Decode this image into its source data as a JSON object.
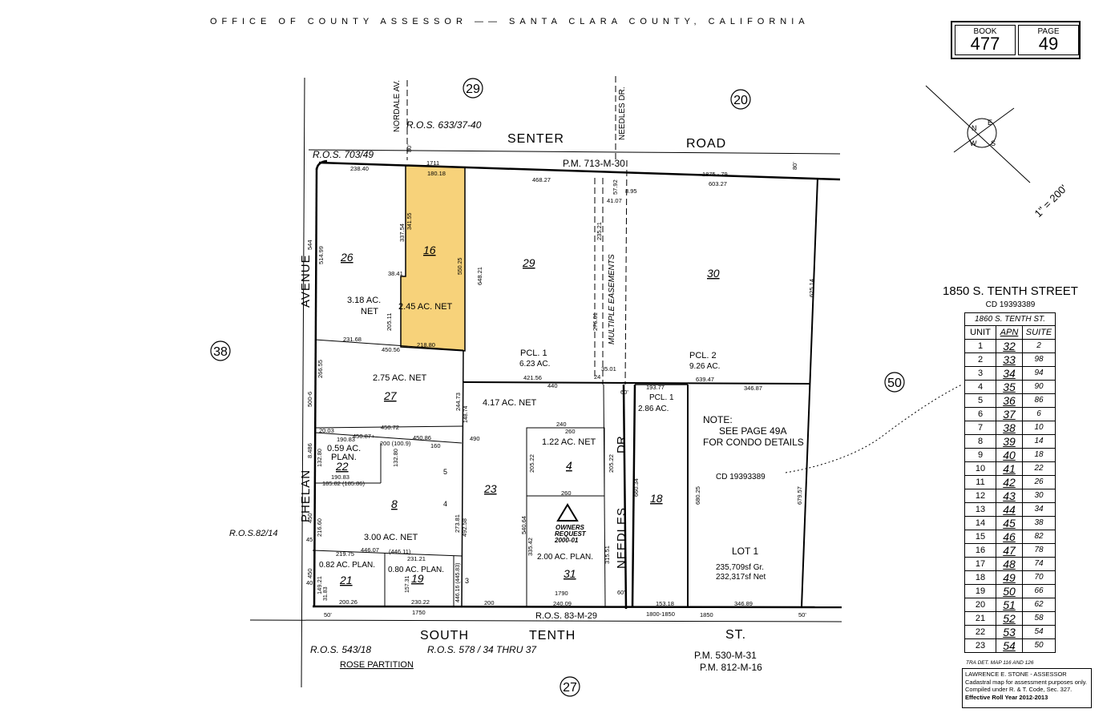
{
  "header": {
    "title": "OFFICE OF COUNTY ASSESSOR —— SANTA CLARA COUNTY, CALIFORNIA"
  },
  "book_page": {
    "book_label": "BOOK",
    "book": "477",
    "page_label": "PAGE",
    "page": "49"
  },
  "scale": "1\" = 200'",
  "compass": {
    "n": "N",
    "e": "E",
    "s": "S",
    "w": "W"
  },
  "streets": {
    "senter": "SENTER",
    "road": "ROAD",
    "phelan": "PHELAN",
    "avenue": "AVENUE",
    "needles": "NEEDLES",
    "needles_dr": "DR.",
    "south": "SOUTH",
    "tenth": "TENTH",
    "st": "ST.",
    "nordale": "NORDALE AV.",
    "needles_top": "NEEDLES DR."
  },
  "references": {
    "ros_633": "R.O.S. 633/37-40",
    "ros_703": "R.O.S. 703/49",
    "pm_713": "P.M. 713-M-30",
    "ros_82": "R.O.S.82/14",
    "ros_543": "R.O.S. 543/18",
    "rose": "ROSE PARTITION",
    "ros_578": "R.O.S. 578 / 34 THRU 37",
    "ros_83": "R.O.S. 83-M-29",
    "pm_530": "P.M. 530-M-31",
    "pm_812": "P.M. 812-M-16",
    "multiple_easements": "MULTIPLE EASEMENTS"
  },
  "map_pages": {
    "p29": "29",
    "p20": "20",
    "p38": "38",
    "p50": "50",
    "p27": "27"
  },
  "parcels": {
    "p26": "26",
    "p16": "16",
    "p29": "29",
    "p30": "30",
    "p27": "27",
    "p22": "22",
    "p8": "8",
    "p21": "21",
    "p19": "19",
    "p23": "23",
    "p4": "4",
    "p31": "31",
    "p18": "18"
  },
  "areas": {
    "a26": "3.18 AC.",
    "a26net": "NET",
    "a16": "2.45 AC. NET",
    "pcl1": "PCL. 1",
    "pcl1_area": "6.23 AC.",
    "pcl2": "PCL. 2",
    "pcl2_area": "9.26 AC.",
    "a27": "2.75 AC. NET",
    "a_417": "4.17 AC. NET",
    "a22": "0.59 AC.",
    "a22b": "PLAN.",
    "a8": "3.00 AC. NET",
    "a21": "0.82 AC. PLAN.",
    "a19": "0.80 AC. PLAN.",
    "a4": "1.22 AC. NET",
    "a31": "2.00 AC. PLAN.",
    "pcl1b": "PCL. 1",
    "pcl1b_area": "2.86 AC.",
    "owners": "OWNERS",
    "request": "REQUEST",
    "req_no": "2000-01"
  },
  "notes": {
    "note": "NOTE:",
    "see": "SEE PAGE 49A",
    "condo": "FOR CONDO DETAILS",
    "cd": "CD 19393389",
    "lot": "LOT 1",
    "gross": "235,709sf Gr.",
    "net": "232,317sf Net"
  },
  "dims": {
    "d1711": "1711",
    "d23840": "238.40",
    "d18018": "180.18",
    "d46827": "468.27",
    "d1875": "1875 - 79",
    "d60327": "603.27",
    "d80a": "80'",
    "d80b": "80'",
    "d51499": "514.99",
    "d33754": "337.54",
    "d34155": "341.55",
    "d55025": "550.25",
    "d64821": "648.21",
    "d3841": "38.41",
    "d20511": "205.11",
    "d23168": "231.68",
    "d21880": "218.80",
    "d45056": "450.56",
    "d42156": "421.56",
    "d440": "440",
    "d63947": "639.47",
    "d34687": "346.87",
    "d62514": "625.14",
    "d23521": "235.21",
    "d27601": "276.01",
    "d5792": "57.92",
    "d895": "8.95",
    "d4107": "41.07",
    "d3501": "35.01",
    "d24": "24",
    "d60": "60'",
    "d19377": "193.77",
    "d26655": "266.55",
    "d24473": "244.73",
    "d14874": "148.74",
    "d2003": "20.03",
    "d45072": "450.72",
    "d45087": "450.87+",
    "d45086": "450.86",
    "d19083": "190.83",
    "d13280": "132.80",
    "d13280b": "132.80",
    "d19083b": "190.83",
    "d18582": "185.82 (185.86)",
    "d160": "160",
    "d200": "200 (100.9)",
    "d490": "490",
    "d240": "240",
    "d260": "260",
    "d20522": "205.22",
    "d20522b": "205.22",
    "d5": "5",
    "d4": "4",
    "d3": "3",
    "d27381": "273.81",
    "d49258": "492.58",
    "d21460": "216.60",
    "d450a": "450",
    "d45": "45",
    "d44607": "446.07",
    "d44611": "(446.11)",
    "d21975": "219.75",
    "d23121": "231.21",
    "d15731": "157.31",
    "d44616": "446.16 (445.83)",
    "d14921": "149.21",
    "d3183": "31.83",
    "d40": "40",
    "d450b": "450",
    "d20026": "200.26",
    "d23022": "230.22",
    "d1750": "1750",
    "d200b": "200",
    "d24009": "240.09",
    "d1790": "1790",
    "d54064": "540.64",
    "d33542": "335.42",
    "d31551": "315.51",
    "d66034": "660.34",
    "d68025": "680.25",
    "d67957": "679.57",
    "d15318": "153.18",
    "d34689": "346.89",
    "d1800": "1800-1850",
    "d1850": "1850",
    "d50a": "50'",
    "d50b": "50'",
    "d60b": "60'",
    "d500": "500-6",
    "d544": "544",
    "d486": "8.486"
  },
  "address": {
    "title": "1850 S. TENTH STREET",
    "cd": "CD 19393389"
  },
  "unit_table": {
    "alt_address": "1860 S. TENTH ST.",
    "col_unit": "UNIT",
    "col_apn": "APN",
    "col_suite": "SUITE",
    "rows": [
      [
        "1",
        "32",
        "2"
      ],
      [
        "2",
        "33",
        "98"
      ],
      [
        "3",
        "34",
        "94"
      ],
      [
        "4",
        "35",
        "90"
      ],
      [
        "5",
        "36",
        "86"
      ],
      [
        "6",
        "37",
        "6"
      ],
      [
        "7",
        "38",
        "10"
      ],
      [
        "8",
        "39",
        "14"
      ],
      [
        "9",
        "40",
        "18"
      ],
      [
        "10",
        "41",
        "22"
      ],
      [
        "11",
        "42",
        "26"
      ],
      [
        "12",
        "43",
        "30"
      ],
      [
        "13",
        "44",
        "34"
      ],
      [
        "14",
        "45",
        "38"
      ],
      [
        "15",
        "46",
        "82"
      ],
      [
        "16",
        "47",
        "78"
      ],
      [
        "17",
        "48",
        "74"
      ],
      [
        "18",
        "49",
        "70"
      ],
      [
        "19",
        "50",
        "66"
      ],
      [
        "20",
        "51",
        "62"
      ],
      [
        "21",
        "52",
        "58"
      ],
      [
        "22",
        "53",
        "54"
      ],
      [
        "23",
        "54",
        "50"
      ]
    ]
  },
  "tra": "TRA DET. MAP 116 AND 126",
  "assessor": {
    "name": "LAWRENCE E. STONE - ASSESSOR",
    "line1": "Cadastral map for assessment purposes only.",
    "line2": "Compiled under R. & T. Code, Sec. 327.",
    "year": "Effective Roll Year 2012-2013"
  },
  "colors": {
    "highlight": "#f7d27a",
    "line": "#000000"
  }
}
